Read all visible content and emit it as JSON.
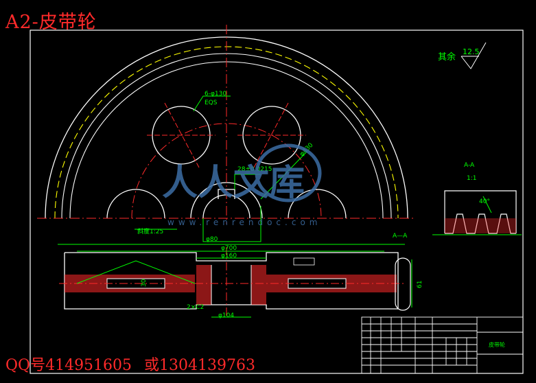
{
  "overlay": {
    "title": "A2-皮带轮",
    "footer_qq": "QQ号414951605",
    "footer_phone": "或1304139763"
  },
  "drawing": {
    "roughness_prefix": "其余",
    "roughness_value": "12.5",
    "holes_callout": "6-φ130",
    "holes_eqs": "EQS",
    "dia_pitch": "φ430",
    "key_dim": "28±0.0215",
    "bore_dim": "φ80",
    "taper_note": "斜度1:25",
    "dia_700": "φ700",
    "dia_160": "φ160",
    "hub_dia": "φ104",
    "web_thick": "30",
    "chamfer": "2×C2",
    "width_dim": "61",
    "section_ref": "A—A",
    "section_label": "A-A",
    "section_scale": "1:1",
    "angle_label": "40°",
    "title_block_name": "皮带轮",
    "watermark_text": "人人文库",
    "watermark_url": "www.renrendoc.com"
  },
  "colors": {
    "line_white": "#ffffff",
    "line_green": "#00ff00",
    "line_red": "#ff2a2a",
    "line_yellow": "#ffff00",
    "watermark": "#3d6ea5"
  }
}
